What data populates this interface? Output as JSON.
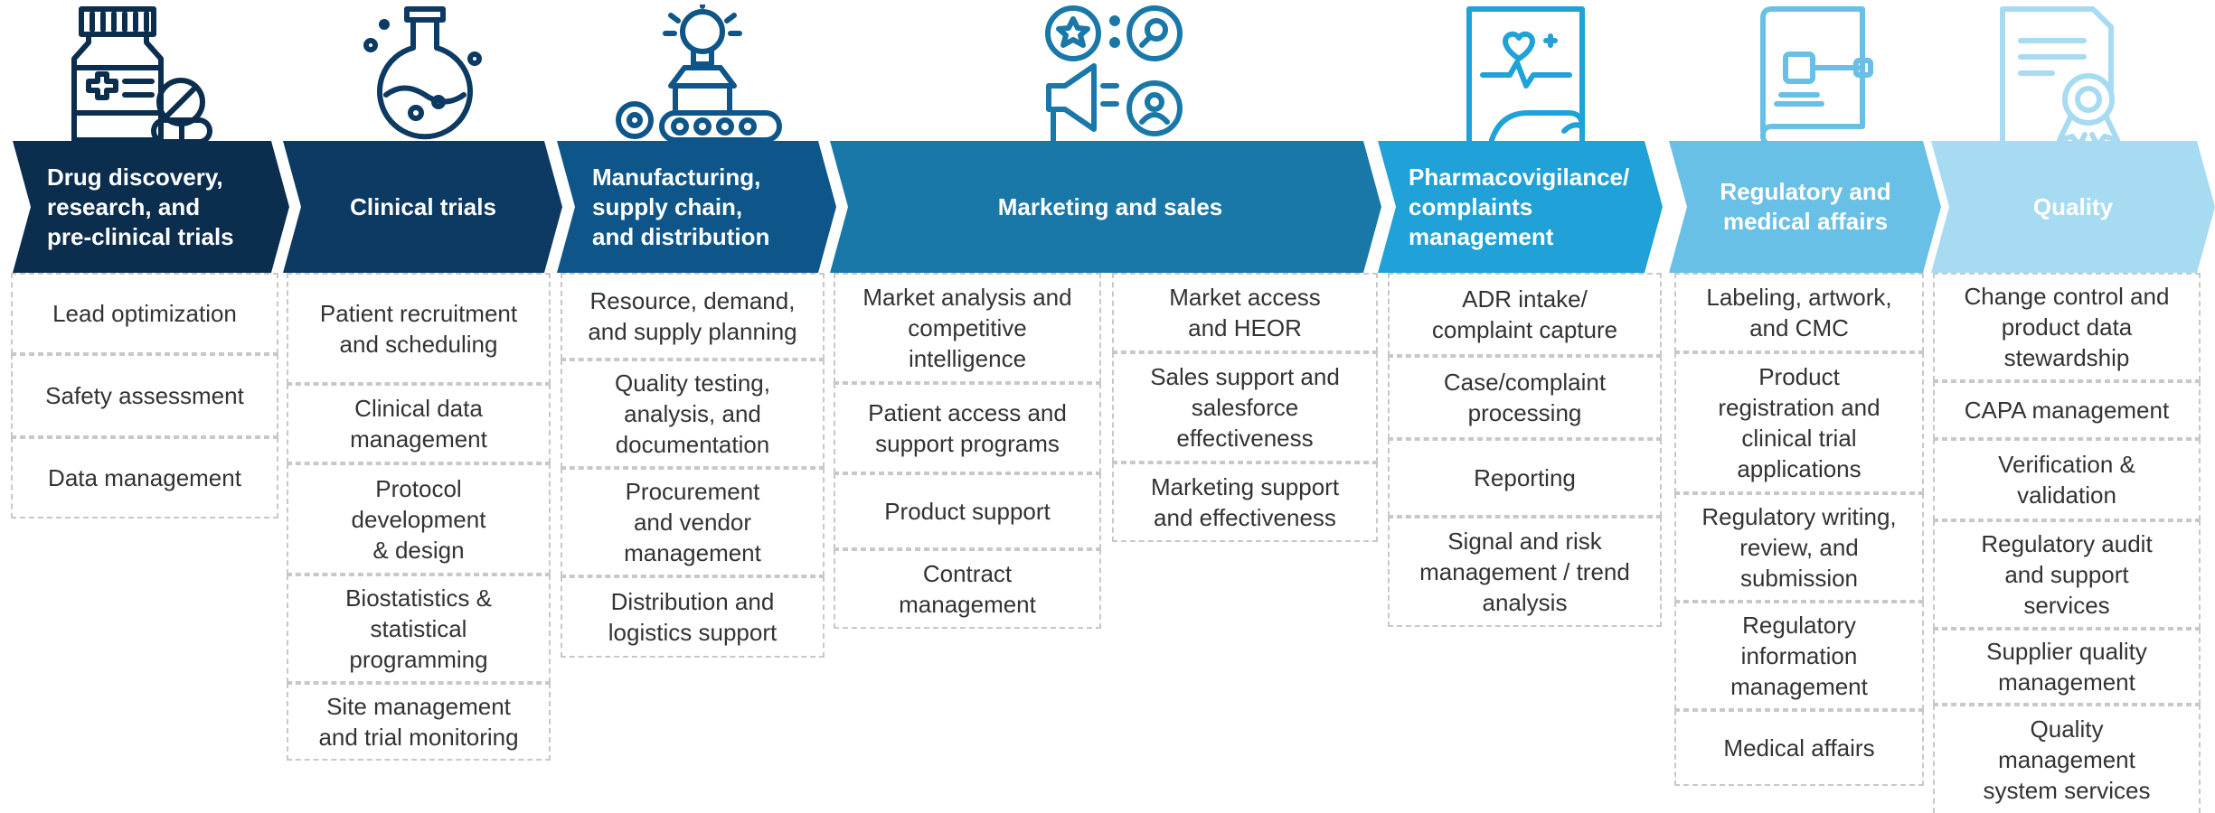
{
  "stages": [
    {
      "title": "Drug discovery,\nresearch, and\npre-clinical trials",
      "color": "#0b2e4f",
      "items": [
        "Lead optimization",
        "Safety assessment",
        "Data management"
      ]
    },
    {
      "title": "Clinical trials",
      "color": "#0d3a63",
      "items": [
        "Patient recruitment\nand scheduling",
        "Clinical data\nmanagement",
        "Protocol\ndevelopment\n& design",
        "Biostatistics &\nstatistical\nprogramming",
        "Site management\nand trial monitoring"
      ]
    },
    {
      "title": "Manufacturing,\nsupply chain,\nand distribution",
      "color": "#0e5689",
      "items": [
        "Resource, demand,\nand supply planning",
        "Quality testing,\nanalysis, and\ndocumentation",
        "Procurement\nand vendor\nmanagement",
        "Distribution and\nlogistics support"
      ]
    },
    {
      "title": "Marketing and sales",
      "color": "#1a78a9",
      "items_left": [
        "Market analysis and\ncompetitive\nintelligence",
        "Patient access and\nsupport programs",
        "Product support",
        "Contract\nmanagement"
      ],
      "items_right": [
        "Market access\nand HEOR",
        "Sales support and\nsalesforce\neffectiveness",
        "Marketing support\nand effectiveness"
      ]
    },
    {
      "title": "Pharmacovigilance/\ncomplaints\nmanagement",
      "color": "#20a2d8",
      "items": [
        "ADR intake/\ncomplaint capture",
        "Case/complaint\nprocessing",
        "Reporting",
        "Signal and risk\nmanagement / trend\nanalysis"
      ]
    },
    {
      "title": "Regulatory and\nmedical affairs",
      "color": "#69c0e6",
      "items": [
        "Labeling, artwork,\nand CMC",
        "Product\nregistration and\nclinical trial\napplications",
        "Regulatory writing,\nreview, and\nsubmission",
        "Regulatory\ninformation\nmanagement",
        "Medical affairs"
      ]
    },
    {
      "title": "Quality",
      "color": "#a6dbf2",
      "items": [
        "Change control and\nproduct data\nstewardship",
        "CAPA management",
        "Verification &\nvalidation",
        "Regulatory audit\nand support\nservices",
        "Supplier quality\nmanagement",
        "Quality\nmanagement\nsystem services"
      ]
    }
  ],
  "icons": [
    "medicine-bottle-icon",
    "flask-icon",
    "lightbulb-box-conveyor-icon",
    "megaphone-marketing-icon",
    "medical-report-icon",
    "law-book-gavel-icon",
    "certificate-icon"
  ]
}
